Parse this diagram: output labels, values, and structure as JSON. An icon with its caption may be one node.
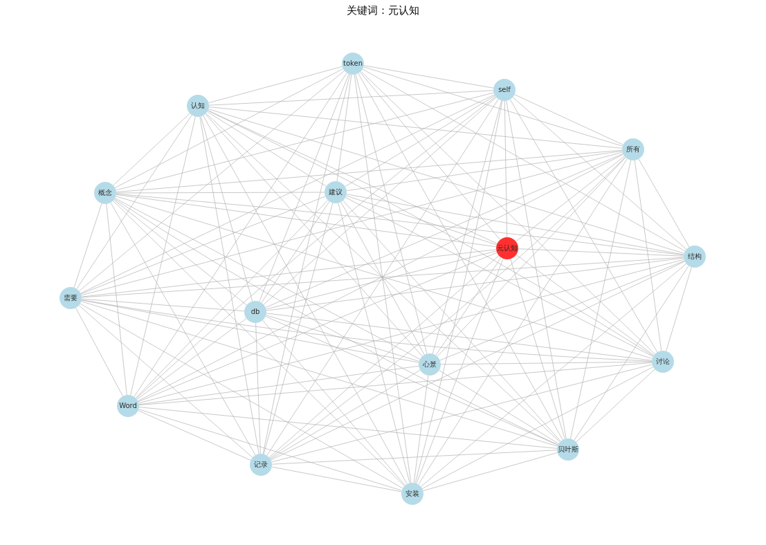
{
  "diagram": {
    "title": "关键词：元认知",
    "nodes": [
      {
        "text": [
          "token"
        ]
      },
      {
        "text": [
          "self"
        ]
      },
      {
        "text": [
          "认知"
        ]
      },
      {
        "text": [
          "所有"
        ]
      },
      {
        "text": [
          "建议"
        ]
      },
      {
        "text": [
          "概念"
        ]
      },
      {
        "text": [
          "元认知"
        ]
      },
      {
        "text": [
          "结构"
        ]
      },
      {
        "text": [
          "需要"
        ]
      },
      {
        "text": [
          "db"
        ]
      },
      {
        "text": [
          "讨论"
        ]
      },
      {
        "text": [
          "心景"
        ]
      },
      {
        "text": [
          "Word"
        ]
      },
      {
        "text": [
          "贝叶斯"
        ]
      },
      {
        "text": [
          "记录"
        ]
      },
      {
        "text": [
          "安装"
        ]
      }
    ],
    "edges": [
      {
        "from": 0,
        "to": 1,
        "arrow": "none"
      },
      {
        "from": 0,
        "to": 2,
        "arrow": "none"
      },
      {
        "from": 0,
        "to": 3,
        "arrow": "none"
      },
      {
        "from": 0,
        "to": 4,
        "arrow": "none"
      },
      {
        "from": 0,
        "to": 5,
        "arrow": "none"
      },
      {
        "from": 0,
        "to": 6,
        "arrow": "none"
      },
      {
        "from": 0,
        "to": 7,
        "arrow": "none"
      },
      {
        "from": 0,
        "to": 8,
        "arrow": "none"
      },
      {
        "from": 0,
        "to": 9,
        "arrow": "none"
      },
      {
        "from": 0,
        "to": 10,
        "arrow": "none"
      },
      {
        "from": 0,
        "to": 11,
        "arrow": "none"
      },
      {
        "from": 0,
        "to": 12,
        "arrow": "none"
      },
      {
        "from": 0,
        "to": 13,
        "arrow": "none"
      },
      {
        "from": 0,
        "to": 14,
        "arrow": "none"
      },
      {
        "from": 0,
        "to": 15,
        "arrow": "none"
      },
      {
        "from": 1,
        "to": 2,
        "arrow": "none"
      },
      {
        "from": 1,
        "to": 3,
        "arrow": "none"
      },
      {
        "from": 1,
        "to": 4,
        "arrow": "none"
      },
      {
        "from": 1,
        "to": 5,
        "arrow": "none"
      },
      {
        "from": 1,
        "to": 6,
        "arrow": "none"
      },
      {
        "from": 1,
        "to": 7,
        "arrow": "none"
      },
      {
        "from": 1,
        "to": 8,
        "arrow": "none"
      },
      {
        "from": 1,
        "to": 9,
        "arrow": "none"
      },
      {
        "from": 1,
        "to": 10,
        "arrow": "none"
      },
      {
        "from": 1,
        "to": 11,
        "arrow": "none"
      },
      {
        "from": 1,
        "to": 12,
        "arrow": "none"
      },
      {
        "from": 1,
        "to": 13,
        "arrow": "none"
      },
      {
        "from": 1,
        "to": 14,
        "arrow": "none"
      },
      {
        "from": 1,
        "to": 15,
        "arrow": "none"
      },
      {
        "from": 2,
        "to": 3,
        "arrow": "none"
      },
      {
        "from": 2,
        "to": 4,
        "arrow": "none"
      },
      {
        "from": 2,
        "to": 5,
        "arrow": "none"
      },
      {
        "from": 2,
        "to": 6,
        "arrow": "none"
      },
      {
        "from": 2,
        "to": 7,
        "arrow": "none"
      },
      {
        "from": 2,
        "to": 8,
        "arrow": "none"
      },
      {
        "from": 2,
        "to": 9,
        "arrow": "none"
      },
      {
        "from": 2,
        "to": 10,
        "arrow": "none"
      },
      {
        "from": 2,
        "to": 11,
        "arrow": "none"
      },
      {
        "from": 2,
        "to": 12,
        "arrow": "none"
      },
      {
        "from": 2,
        "to": 13,
        "arrow": "none"
      },
      {
        "from": 2,
        "to": 14,
        "arrow": "none"
      },
      {
        "from": 2,
        "to": 15,
        "arrow": "none"
      },
      {
        "from": 3,
        "to": 4,
        "arrow": "none"
      },
      {
        "from": 3,
        "to": 5,
        "arrow": "none"
      },
      {
        "from": 3,
        "to": 6,
        "arrow": "none"
      },
      {
        "from": 3,
        "to": 7,
        "arrow": "none"
      },
      {
        "from": 3,
        "to": 8,
        "arrow": "none"
      },
      {
        "from": 3,
        "to": 9,
        "arrow": "none"
      },
      {
        "from": 3,
        "to": 10,
        "arrow": "none"
      },
      {
        "from": 3,
        "to": 11,
        "arrow": "none"
      },
      {
        "from": 3,
        "to": 12,
        "arrow": "none"
      },
      {
        "from": 3,
        "to": 13,
        "arrow": "none"
      },
      {
        "from": 3,
        "to": 14,
        "arrow": "none"
      },
      {
        "from": 3,
        "to": 15,
        "arrow": "none"
      },
      {
        "from": 4,
        "to": 5,
        "arrow": "none"
      },
      {
        "from": 4,
        "to": 6,
        "arrow": "none"
      },
      {
        "from": 4,
        "to": 7,
        "arrow": "none"
      },
      {
        "from": 4,
        "to": 8,
        "arrow": "none"
      },
      {
        "from": 4,
        "to": 9,
        "arrow": "none"
      },
      {
        "from": 4,
        "to": 10,
        "arrow": "none"
      },
      {
        "from": 4,
        "to": 11,
        "arrow": "none"
      },
      {
        "from": 4,
        "to": 12,
        "arrow": "none"
      },
      {
        "from": 4,
        "to": 13,
        "arrow": "none"
      },
      {
        "from": 4,
        "to": 14,
        "arrow": "none"
      },
      {
        "from": 4,
        "to": 15,
        "arrow": "none"
      },
      {
        "from": 5,
        "to": 6,
        "arrow": "none"
      },
      {
        "from": 5,
        "to": 7,
        "arrow": "none"
      },
      {
        "from": 5,
        "to": 8,
        "arrow": "none"
      },
      {
        "from": 5,
        "to": 9,
        "arrow": "none"
      },
      {
        "from": 5,
        "to": 10,
        "arrow": "none"
      },
      {
        "from": 5,
        "to": 11,
        "arrow": "none"
      },
      {
        "from": 5,
        "to": 12,
        "arrow": "none"
      },
      {
        "from": 5,
        "to": 13,
        "arrow": "none"
      },
      {
        "from": 5,
        "to": 14,
        "arrow": "none"
      },
      {
        "from": 5,
        "to": 15,
        "arrow": "none"
      },
      {
        "from": 6,
        "to": 7,
        "arrow": "none"
      },
      {
        "from": 6,
        "to": 8,
        "arrow": "none"
      },
      {
        "from": 6,
        "to": 9,
        "arrow": "none"
      },
      {
        "from": 6,
        "to": 10,
        "arrow": "none"
      },
      {
        "from": 6,
        "to": 11,
        "arrow": "none"
      },
      {
        "from": 6,
        "to": 12,
        "arrow": "none"
      },
      {
        "from": 6,
        "to": 13,
        "arrow": "none"
      },
      {
        "from": 6,
        "to": 14,
        "arrow": "none"
      },
      {
        "from": 6,
        "to": 15,
        "arrow": "none"
      },
      {
        "from": 7,
        "to": 8,
        "arrow": "none"
      },
      {
        "from": 7,
        "to": 9,
        "arrow": "none"
      },
      {
        "from": 7,
        "to": 10,
        "arrow": "none"
      },
      {
        "from": 7,
        "to": 11,
        "arrow": "none"
      },
      {
        "from": 7,
        "to": 12,
        "arrow": "none"
      },
      {
        "from": 7,
        "to": 13,
        "arrow": "none"
      },
      {
        "from": 7,
        "to": 14,
        "arrow": "none"
      },
      {
        "from": 7,
        "to": 15,
        "arrow": "none"
      },
      {
        "from": 8,
        "to": 9,
        "arrow": "none"
      },
      {
        "from": 8,
        "to": 10,
        "arrow": "none"
      },
      {
        "from": 8,
        "to": 11,
        "arrow": "none"
      },
      {
        "from": 8,
        "to": 12,
        "arrow": "none"
      },
      {
        "from": 8,
        "to": 13,
        "arrow": "none"
      },
      {
        "from": 8,
        "to": 14,
        "arrow": "none"
      },
      {
        "from": 8,
        "to": 15,
        "arrow": "none"
      },
      {
        "from": 9,
        "to": 10,
        "arrow": "none"
      },
      {
        "from": 9,
        "to": 11,
        "arrow": "none"
      },
      {
        "from": 9,
        "to": 12,
        "arrow": "none"
      },
      {
        "from": 9,
        "to": 13,
        "arrow": "none"
      },
      {
        "from": 9,
        "to": 14,
        "arrow": "none"
      },
      {
        "from": 9,
        "to": 15,
        "arrow": "none"
      },
      {
        "from": 10,
        "to": 11,
        "arrow": "none"
      },
      {
        "from": 10,
        "to": 12,
        "arrow": "none"
      },
      {
        "from": 10,
        "to": 13,
        "arrow": "none"
      },
      {
        "from": 10,
        "to": 14,
        "arrow": "none"
      },
      {
        "from": 10,
        "to": 15,
        "arrow": "none"
      },
      {
        "from": 11,
        "to": 12,
        "arrow": "none"
      },
      {
        "from": 11,
        "to": 13,
        "arrow": "none"
      },
      {
        "from": 11,
        "to": 14,
        "arrow": "none"
      },
      {
        "from": 11,
        "to": 15,
        "arrow": "none"
      },
      {
        "from": 12,
        "to": 13,
        "arrow": "none"
      },
      {
        "from": 12,
        "to": 14,
        "arrow": "none"
      },
      {
        "from": 12,
        "to": 15,
        "arrow": "none"
      },
      {
        "from": 13,
        "to": 14,
        "arrow": "none"
      },
      {
        "from": 13,
        "to": 15,
        "arrow": "none"
      },
      {
        "from": 14,
        "to": 15,
        "arrow": "none"
      }
    ]
  }
}
